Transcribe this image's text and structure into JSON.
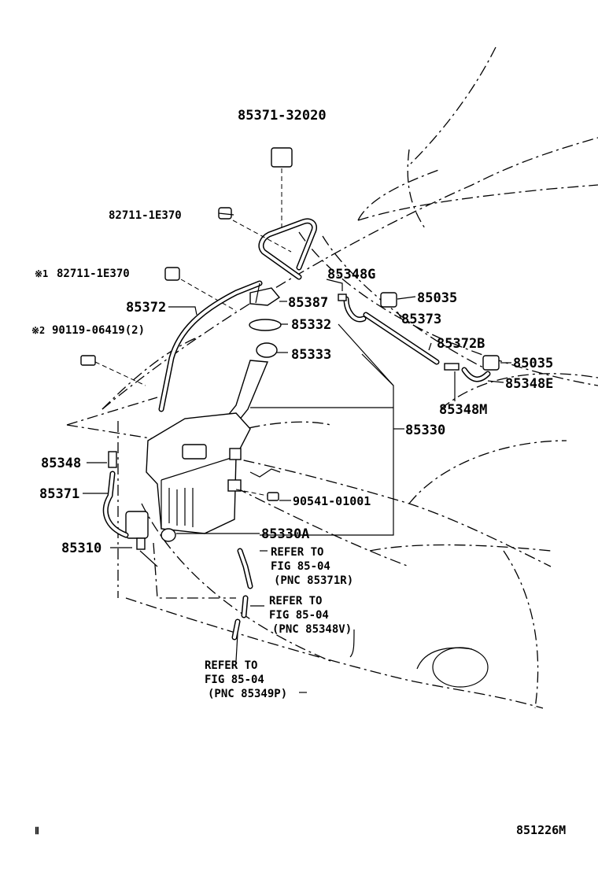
{
  "parts": {
    "p_85371_32020": "85371-32020",
    "p_82711_a": "82711-1E370",
    "p_82711_b": "82711-1E370",
    "p_82711_b_mark": "※1",
    "p_90119": "90119-06419(2)",
    "p_90119_mark": "※2",
    "p_85348G": "85348G",
    "p_85035_a": "85035",
    "p_85372": "85372",
    "p_85387": "85387",
    "p_85373": "85373",
    "p_85332": "85332",
    "p_85372B": "85372B",
    "p_85333": "85333",
    "p_85035_b": "85035",
    "p_85348E": "85348E",
    "p_85348M": "85348M",
    "p_85330": "85330",
    "p_85348": "85348",
    "p_85371": "85371",
    "p_90541": "90541-01001",
    "p_85330A": "85330A",
    "p_85310": "85310"
  },
  "refs": {
    "ref1": {
      "line1": "REFER TO",
      "line2": "FIG 85-04",
      "line3": "(PNC 85371R)"
    },
    "ref2": {
      "line1": "REFER TO",
      "line2": "FIG 85-04",
      "line3": "(PNC 85348V)"
    },
    "ref3": {
      "line1": "REFER TO",
      "line2": "FIG 85-04",
      "line3": "(PNC 85349P)"
    }
  },
  "footer": {
    "left_mark": "Ⅱ",
    "figure_code": "851226M"
  }
}
